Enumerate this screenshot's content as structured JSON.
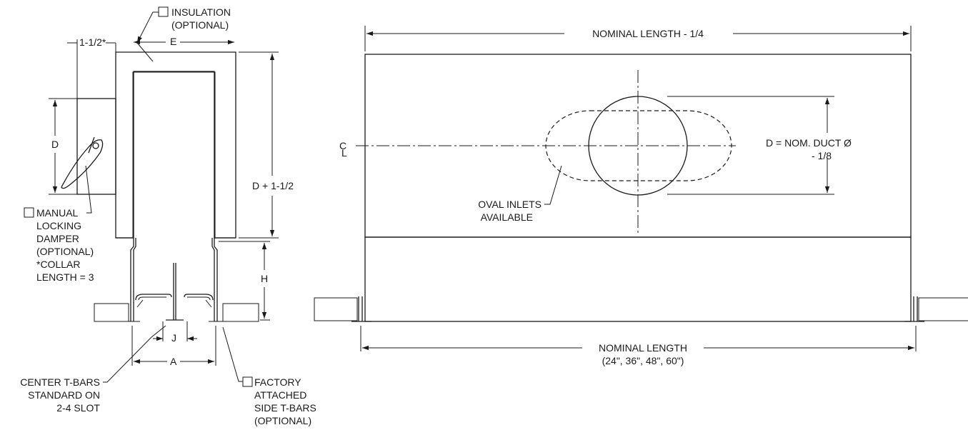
{
  "side_view": {
    "insulation_label": "INSULATION",
    "insulation_optional": "(OPTIONAL)",
    "collar_dim": "1-1/2*",
    "width_dim": "E",
    "duct_dim": "D",
    "height_dim": "D + 1-1/2",
    "neck_dim": "H",
    "slot_gap_dim": "J",
    "opening_dim": "A",
    "damper_note": [
      "MANUAL",
      "LOCKING",
      "DAMPER",
      "(OPTIONAL)",
      "*COLLAR",
      "LENGTH = 3"
    ],
    "center_tbar_note": [
      "CENTER T-BARS",
      "STANDARD ON",
      "2-4 SLOT"
    ],
    "side_tbar_note": [
      "FACTORY",
      "ATTACHED",
      "SIDE T-BARS",
      "(OPTIONAL)"
    ]
  },
  "front_view": {
    "top_length": "NOMINAL LENGTH - 1/4",
    "centerline_c": "C",
    "centerline_l": "L",
    "duct_dim_line1": "D = NOM. DUCT Ø",
    "duct_dim_line2": "- 1/8",
    "oval_note_line1": "OVAL INLETS",
    "oval_note_line2": "AVAILABLE",
    "bottom_length": "NOMINAL LENGTH",
    "bottom_sizes": "(24\", 36\", 48\", 60\")"
  }
}
